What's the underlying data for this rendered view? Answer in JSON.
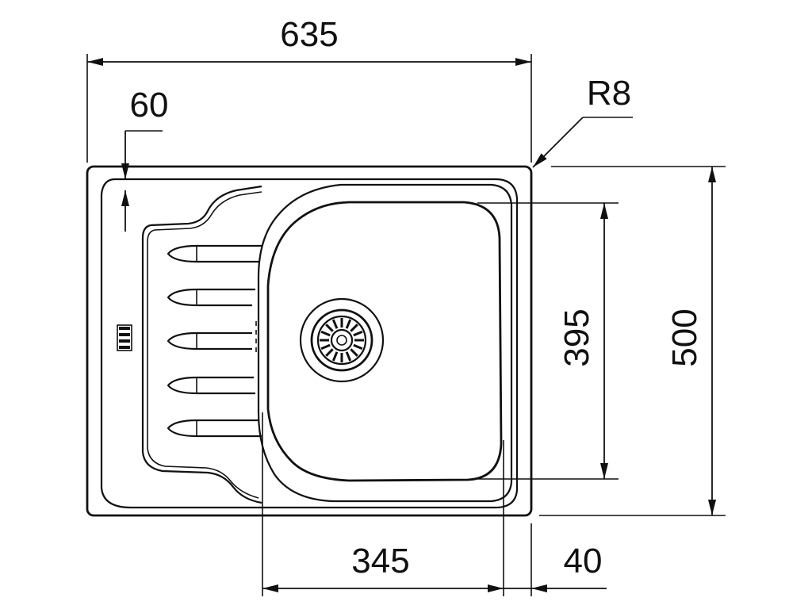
{
  "drawing": {
    "dimensions": {
      "overall_width": "635",
      "drainer_offset": "60",
      "corner_radius": "R8",
      "overall_depth": "500",
      "bowl_depth": "395",
      "bowl_width": "345",
      "rim_margin": "40"
    },
    "colors": {
      "line": "#111111",
      "background": "#ffffff"
    }
  }
}
